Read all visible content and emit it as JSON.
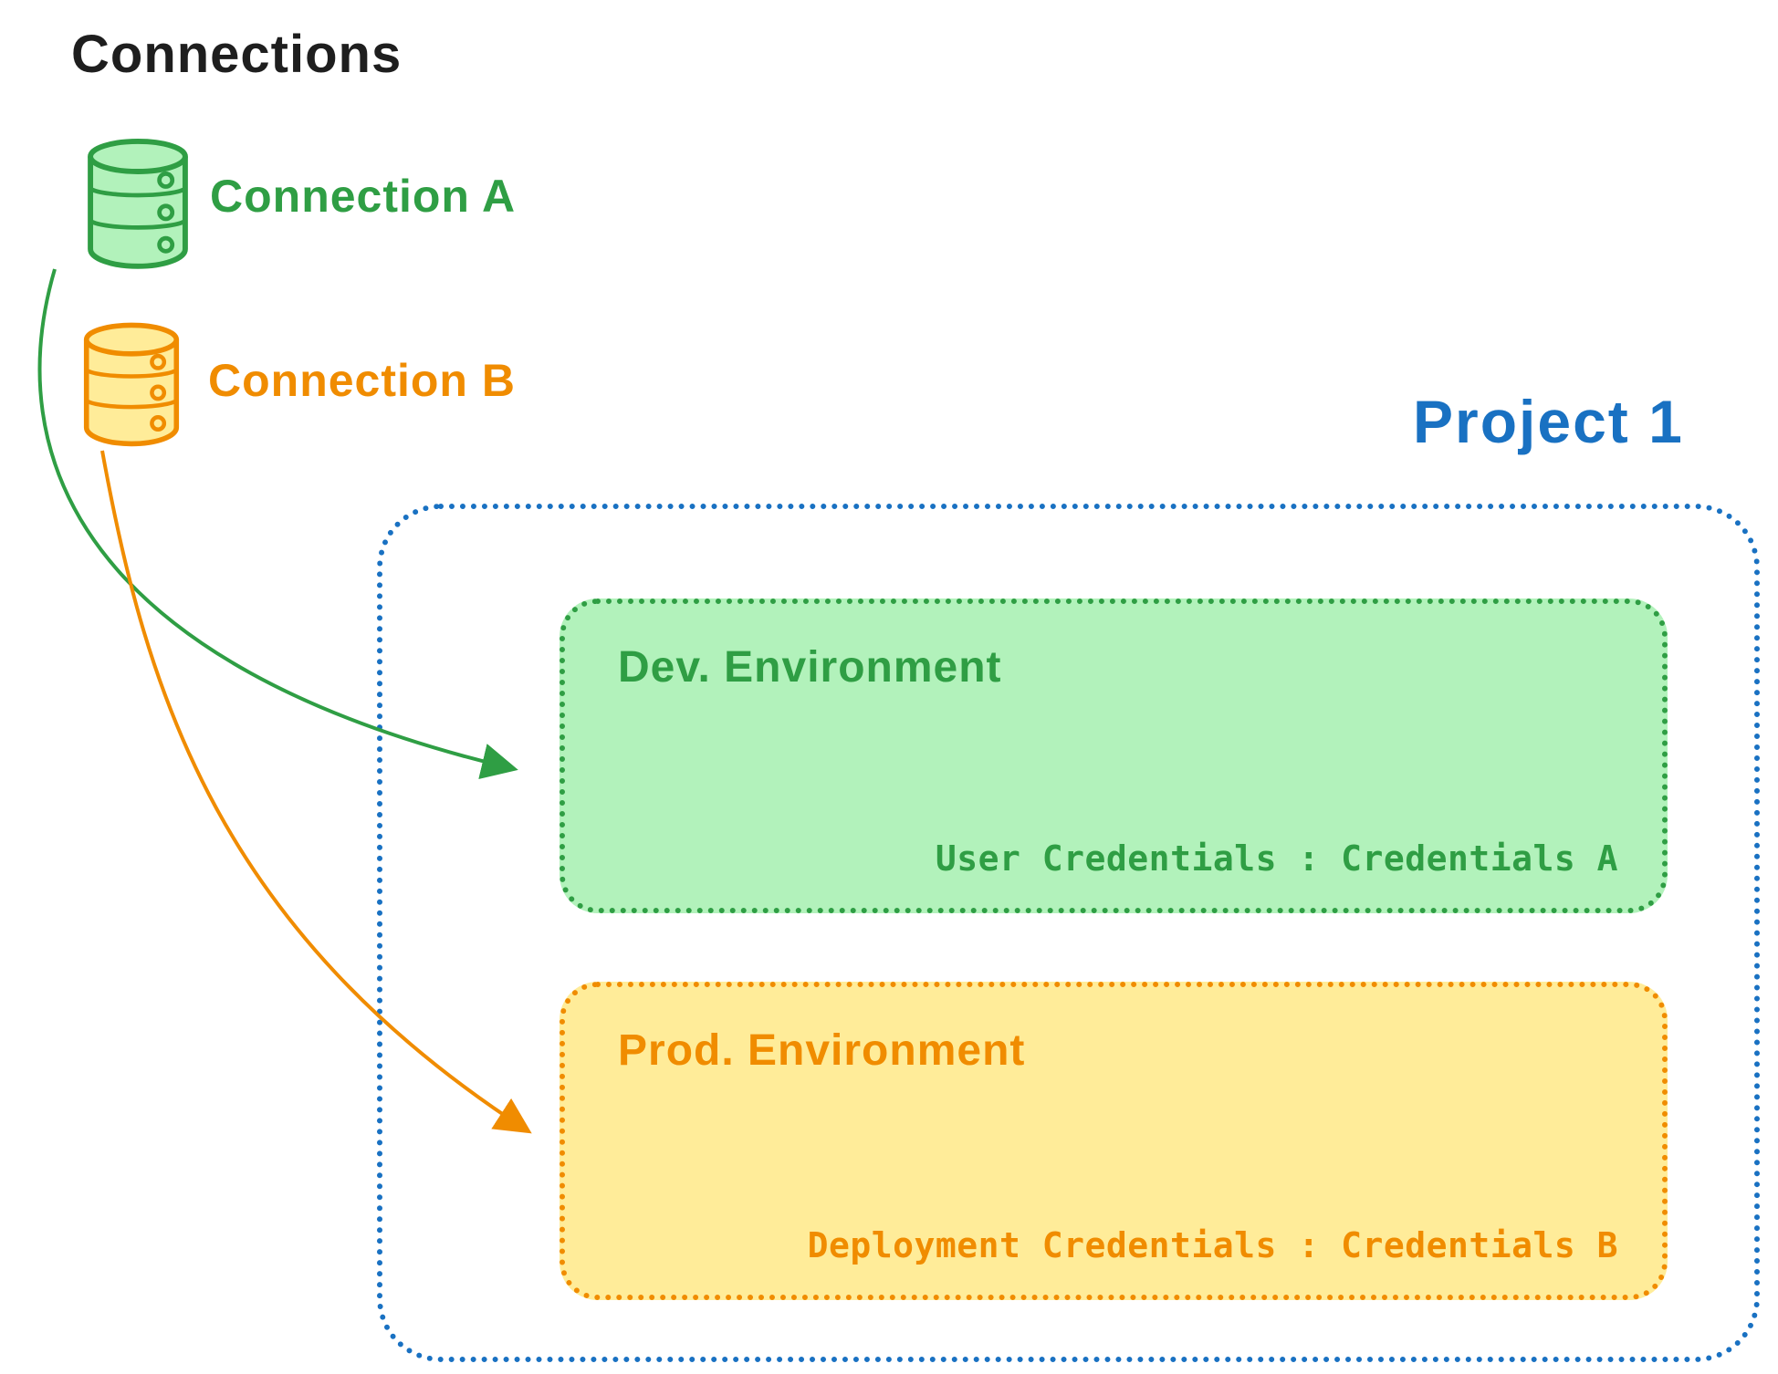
{
  "title": "Connections",
  "colors": {
    "ink": "#1e1e1e",
    "green": "#2f9e44",
    "green-fill": "#b2f2bb",
    "orange": "#f08c00",
    "orange-fill": "#ffec99",
    "blue": "#1971c2"
  },
  "connections": [
    {
      "label": "Connection A",
      "color": "#2f9e44"
    },
    {
      "label": "Connection B",
      "color": "#f08c00"
    }
  ],
  "project": {
    "title": "Project 1",
    "environments": [
      {
        "name": "Dev. Environment",
        "credentials": "User Credentials : Credentials A"
      },
      {
        "name": "Prod. Environment",
        "credentials": "Deployment Credentials : Credentials B"
      }
    ]
  }
}
